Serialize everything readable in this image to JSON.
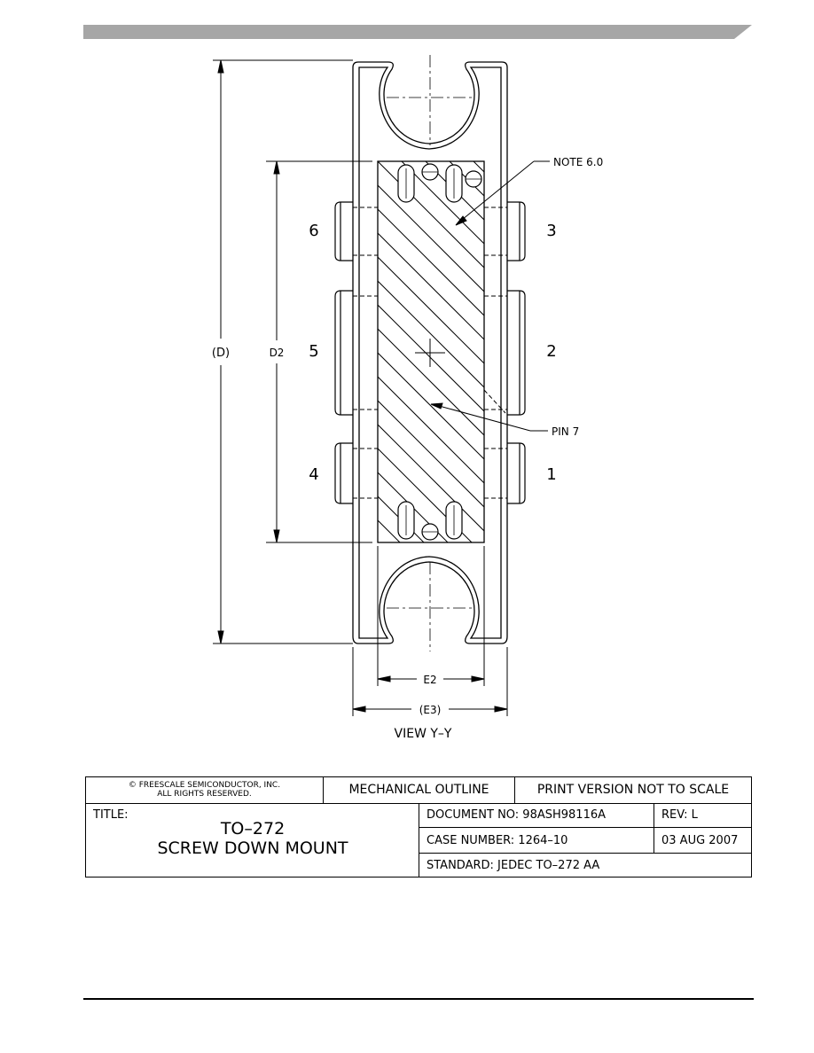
{
  "drawing": {
    "pins": [
      "1",
      "2",
      "3",
      "4",
      "5",
      "6"
    ],
    "note_label": "NOTE 6.0",
    "pin7_label": "PIN 7",
    "dim_d": "(D)",
    "dim_d2": "D2",
    "dim_e2": "E2",
    "dim_e3": "(E3)",
    "view_label": "VIEW Y–Y"
  },
  "title_block": {
    "copyright_line1": "© FREESCALE SEMICONDUCTOR, INC.",
    "copyright_line2": "ALL RIGHTS RESERVED.",
    "mechanical_outline": "MECHANICAL OUTLINE",
    "print_version": "PRINT VERSION NOT TO SCALE",
    "title_label": "TITLE:",
    "title_line1": "TO–272",
    "title_line2": "SCREW DOWN MOUNT",
    "document_no": "DOCUMENT NO: 98ASH98116A",
    "rev": "REV: L",
    "case_number": "CASE NUMBER: 1264–10",
    "date": "03 AUG 2007",
    "standard": "STANDARD: JEDEC TO–272 AA"
  },
  "colors": {
    "header_bar": "#a6a6a6",
    "line": "#000000"
  }
}
